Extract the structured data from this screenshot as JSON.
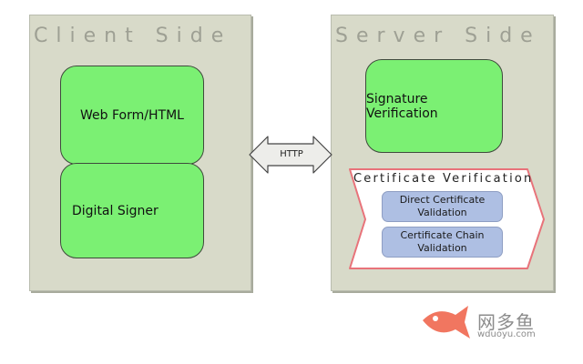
{
  "client": {
    "title": "Client Side",
    "web_form": "Web Form/HTML",
    "digital_signer": "Digital Signer"
  },
  "server": {
    "title": "Server Side",
    "signature_verification": "Signature Verification",
    "certificate_verification": {
      "title": "Certificate Verification",
      "direct": "Direct Certificate Validation",
      "chain": "Certificate Chain Validation"
    }
  },
  "connector": {
    "label": "HTTP"
  },
  "watermark": {
    "text": "网多鱼",
    "domain": "wduoyu.com"
  },
  "colors": {
    "panel": "#d8dac9",
    "green_box": "#7bf073",
    "blue_box": "#aebfe3",
    "chevron_border": "#e8737a",
    "logo": "#f0674f"
  }
}
